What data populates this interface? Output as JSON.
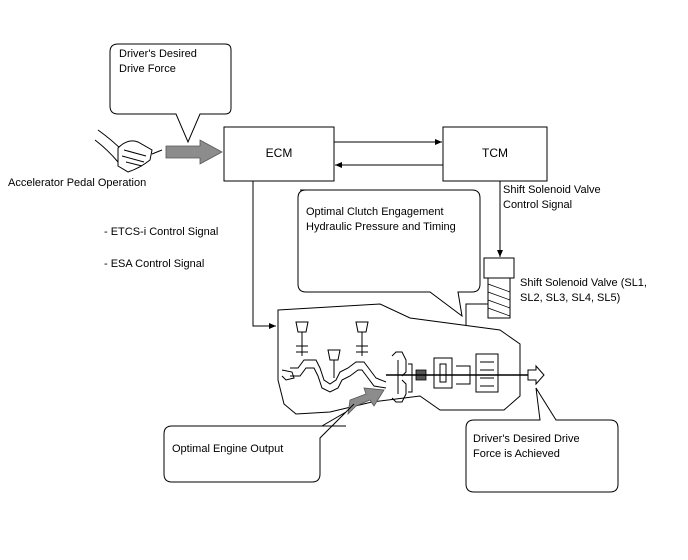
{
  "callouts": {
    "driver_desired_drive_force": [
      "Driver's Desired",
      "Drive Force"
    ],
    "optimal_clutch_engagement": [
      "Optimal Clutch Engagement",
      "Hydraulic Pressure and Timing"
    ],
    "optimal_engine_output": "Optimal Engine Output",
    "drive_force_achieved": [
      "Driver's Desired Drive",
      "Force is Achieved"
    ]
  },
  "boxes": {
    "ecm": "ECM",
    "tcm": "TCM"
  },
  "labels": {
    "accelerator_pedal": "Accelerator Pedal Operation",
    "etcs_signal": "- ETCS-i Control Signal",
    "esa_signal": "- ESA Control Signal",
    "shift_solenoid_signal": [
      "Shift Solenoid Valve",
      "Control Signal"
    ],
    "shift_solenoid_valve": [
      "Shift Solenoid Valve (SL1,",
      "SL2, SL3, SL4, SL5)"
    ]
  }
}
